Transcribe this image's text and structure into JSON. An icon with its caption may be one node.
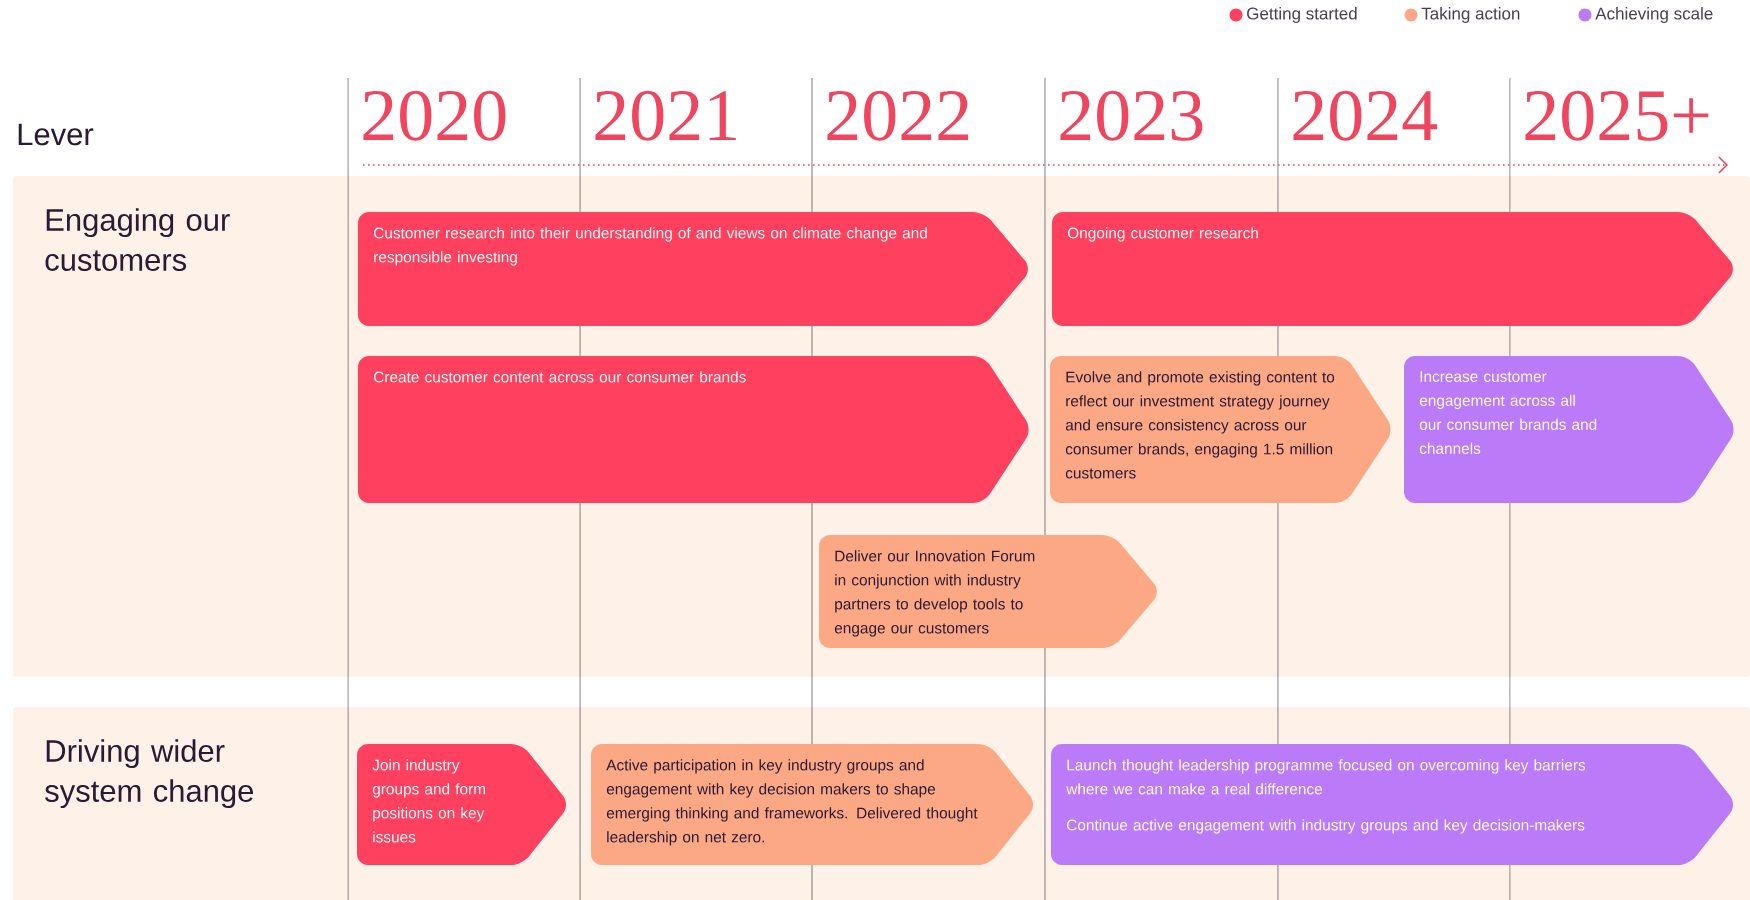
{
  "diagram": {
    "nodes": [
      {
        "text": [
          "Engaging our customers"
        ]
      },
      {
        "text": [
          "Customer research into their understanding of and views on climate change and responsible investing"
        ],
        "in": 0
      },
      {
        "text": [
          "Ongoing customer research"
        ],
        "in": 0
      },
      {
        "text": [
          "Create customer content across our consumer brands"
        ],
        "in": 0
      },
      {
        "text": [
          "Evolve and promote existing content to reflect our investment strategy journey and ensure consistency across our consumer brands, engaging 1.5 million customers"
        ],
        "in": 0
      },
      {
        "text": [
          "Increase customer engagement across all our consumer brands and channels"
        ],
        "in": 0
      },
      {
        "text": [
          "Deliver our Innovation Forum in conjunction with industry partners to develop tools to engage our customers"
        ],
        "in": 0
      },
      {
        "text": [
          "Driving wider system change"
        ]
      },
      {
        "text": [
          "Join industry groups and form positions on key issues"
        ],
        "in": 7
      },
      {
        "text": [
          "Active participation in key industry groups and engagement with key decision makers to shape emerging thinking and frameworks. Delivered thought leadership on net zero."
        ],
        "in": 7
      },
      {
        "text": [
          "Launch thought leadership programme focused on overcoming key barriers where we can make a real difference",
          "Continue active engagement with industry groups and key decision-makers"
        ],
        "in": 7
      }
    ],
    "labels": [
      "Lever",
      "2020",
      "2021",
      "2022",
      "2023",
      "2024",
      "2025+"
    ],
    "legend": [
      {
        "text": "Getting started",
        "color": "#ff405e"
      },
      {
        "text": "Taking action",
        "color": "#fda885"
      },
      {
        "text": "Achieving scale",
        "color": "#bb7af8"
      }
    ]
  }
}
